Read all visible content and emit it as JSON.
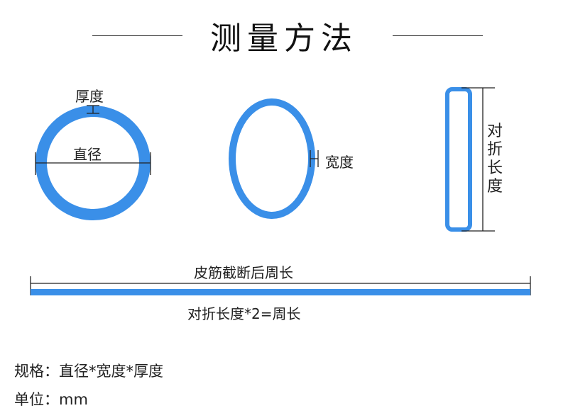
{
  "title": "测量方法",
  "labels": {
    "thickness": "厚度",
    "diameter": "直径",
    "width": "宽度",
    "folded_length": "对折长度",
    "cut_perimeter": "皮筋截断后周长",
    "formula": "对折长度*2=周长"
  },
  "specs": {
    "spec_label": "规格：",
    "spec_value": "直径*宽度*厚度",
    "unit_label": "单位：",
    "unit_value": "mm"
  },
  "colors": {
    "band_blue": "#3a8fe8",
    "line": "#222222"
  }
}
